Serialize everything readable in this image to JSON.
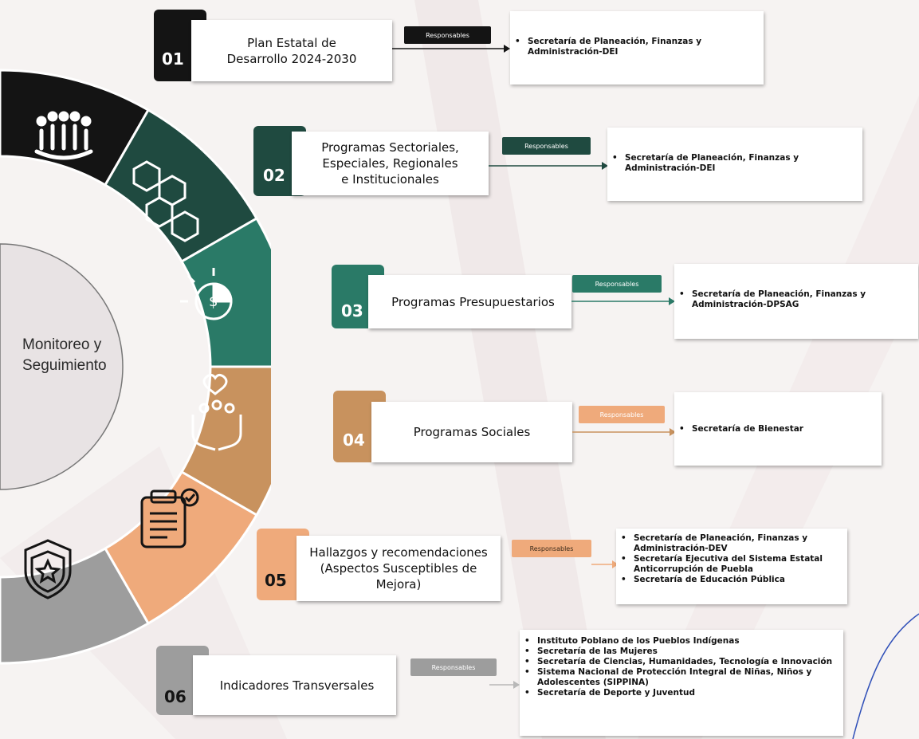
{
  "center_label": {
    "line1": "Monitoreo y",
    "line2": "Seguimiento"
  },
  "colors": {
    "black": "#141414",
    "dark_green": "#1f4a40",
    "green": "#2a7a67",
    "gold": "#c8925e",
    "peach": "#efaa7b",
    "gray": "#9d9d9d",
    "center": "#e8e3e4"
  },
  "wheel_icons": [
    "people-network-icon",
    "cubes-icon",
    "money-pie-chart-icon",
    "hands-community-icon",
    "checklist-icon",
    "shield-star-icon"
  ],
  "items": [
    {
      "number": "01",
      "title": "Plan Estatal de Desarrollo 2024-2030",
      "pill": "Responsables",
      "responsables": [
        "Secretaría de Planeación, Finanzas y Administración-DEI"
      ]
    },
    {
      "number": "02",
      "title": "Programas Sectoriales, Especiales, Regionales e Institucionales",
      "pill": "Responsables",
      "responsables": [
        "Secretaría de Planeación, Finanzas y Administración-DEI"
      ]
    },
    {
      "number": "03",
      "title": "Programas Presupuestarios",
      "pill": "Responsables",
      "responsables": [
        "Secretaría de Planeación, Finanzas y Administración-DPSAG"
      ]
    },
    {
      "number": "04",
      "title": "Programas Sociales",
      "pill": "Responsables",
      "responsables": [
        "Secretaría de Bienestar"
      ]
    },
    {
      "number": "05",
      "title": "Hallazgos y recomendaciones (Aspectos Susceptibles de Mejora)",
      "pill": "Responsables",
      "responsables": [
        "Secretaría de Planeación, Finanzas y Administración-DEV",
        "Secretaría Ejecutiva del Sistema Estatal Anticorrupción de Puebla",
        "Secretaría de Educación Pública"
      ]
    },
    {
      "number": "06",
      "title": "Indicadores Transversales",
      "pill": "Responsables",
      "responsables": [
        "Instituto Poblano de los Pueblos Indígenas",
        "Secretaría de las Mujeres",
        "Secretaría de Ciencias, Humanidades, Tecnología e Innovación",
        "Sistema Nacional de Protección Integral de Niñas, Niños y Adolescentes (SIPPINA)",
        "Secretaría de Deporte y Juventud"
      ]
    }
  ]
}
